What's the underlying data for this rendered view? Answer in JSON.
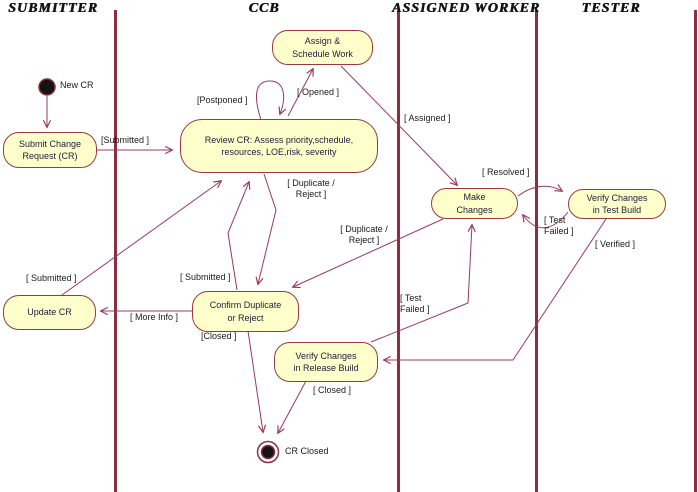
{
  "diagram": {
    "title_hint": "Change Request activity diagram",
    "colors": {
      "lane_line": "#8c2d41",
      "state_border": "#9a3b3b",
      "state_fill": "#ffffcc",
      "arrow": "#9a3b55",
      "text": "#1a1a1a"
    },
    "lanes": [
      {
        "label": "SUBMITTER"
      },
      {
        "label": "CCB"
      },
      {
        "label": "ASSIGNED WORKER"
      },
      {
        "label": "TESTER"
      }
    ],
    "states": {
      "new_cr": "New CR",
      "submit_cr": "Submit Change\nRequest (CR)",
      "review_cr": "Review CR: Assess priority,schedule,\nresources, LOE,risk, severity",
      "assign_schedule": "Assign &\nSchedule Work",
      "make_changes": "Make\nChanges",
      "verify_test": "Verify Changes\nin Test Build",
      "update_cr": "Update CR",
      "confirm_dup": "Confirm Duplicate\nor Reject",
      "verify_release": "Verify Changes\nin Release Build",
      "cr_closed": "CR Closed"
    },
    "transitions": {
      "submitted_main": "[Submitted ]",
      "postponed": "[Postponed ]",
      "opened": "[ Opened ]",
      "assigned": "[ Assigned ]",
      "resolved": "[ Resolved ]",
      "test_failed_1": "[ Test\nFailed ]",
      "verified": "[ Verified ]",
      "dup_reject_1": "[ Duplicate /\nReject ]",
      "dup_reject_2": "[ Duplicate /\nReject ]",
      "submitted_update": "[ Submitted ]",
      "submitted_confirm": "[ Submitted ]",
      "more_info": "[ More Info ]",
      "closed_confirm": "[Closed ]",
      "test_failed_2": "[ Test\nFailed ]",
      "closed_release": "[ Closed ]"
    }
  }
}
